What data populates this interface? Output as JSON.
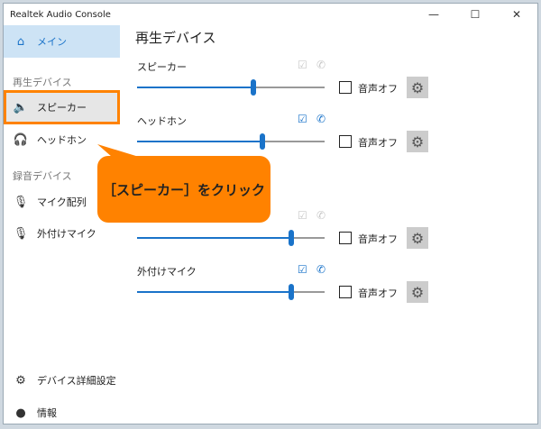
{
  "window": {
    "title": "Realtek Audio Console",
    "minimize": "—",
    "maximize": "☐",
    "close": "✕"
  },
  "sidebar": {
    "main": {
      "label": "メイン",
      "icon": "home-icon"
    },
    "playback_header": "再生デバイス",
    "playback": [
      {
        "label": "スピーカー",
        "icon": "speaker-icon"
      },
      {
        "label": "ヘッドホン",
        "icon": "headphones-icon"
      }
    ],
    "record_header": "録音デバイス",
    "record": [
      {
        "label": "マイク配列",
        "icon": "microphone-icon"
      },
      {
        "label": "外付けマイク",
        "icon": "microphone-icon"
      }
    ],
    "advanced": "デバイス詳細設定",
    "info": "情報"
  },
  "main": {
    "title": "再生デバイス",
    "mute_label": "音声オフ",
    "devices": [
      {
        "name": "スピーカー",
        "volume_percent": 62,
        "default_active": false,
        "muted": false
      },
      {
        "name": "ヘッドホン",
        "volume_percent": 67,
        "default_active": true,
        "muted": false
      },
      {
        "name": "",
        "volume_percent": 82,
        "default_active": false,
        "muted": false
      },
      {
        "name": "外付けマイク",
        "volume_percent": 82,
        "default_active": true,
        "muted": false
      }
    ]
  },
  "callout": {
    "text": "［スピーカー］をクリック"
  },
  "colors": {
    "accent": "#1a73c9",
    "highlight": "#ff8200",
    "selected_bg": "#cde3f5"
  }
}
